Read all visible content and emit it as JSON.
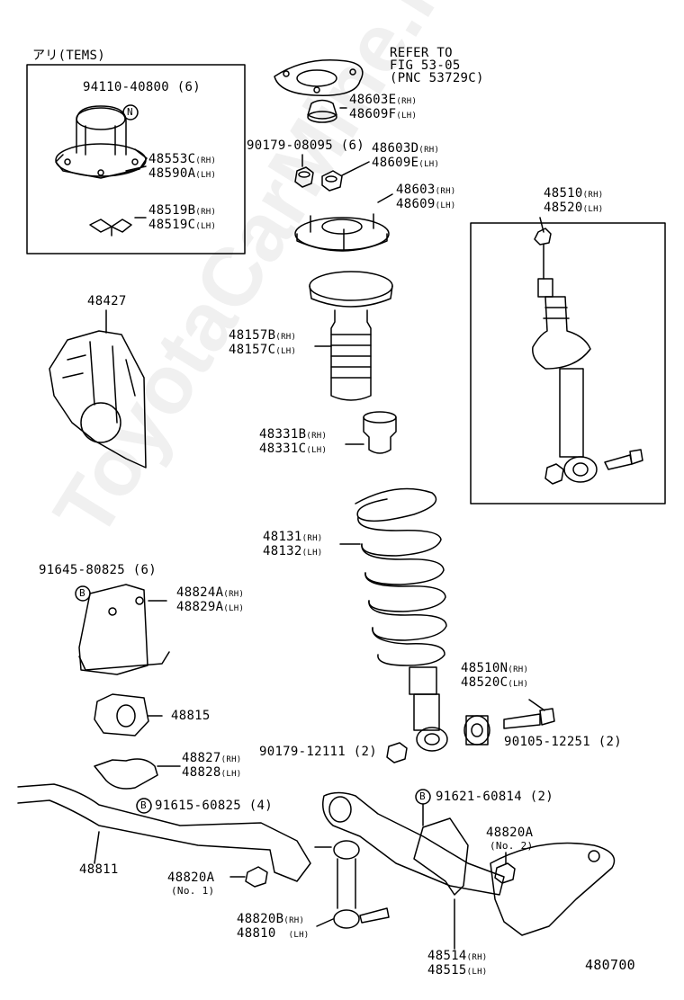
{
  "watermark": "ToyotaCarMine.ru",
  "diagram_code": "480700",
  "tems_box": {
    "title": "アリ(TEMS)",
    "labels": {
      "l1": "94110-40800 (6)",
      "l2a": "48553C",
      "l2a_s": "(RH)",
      "l2b": "48590A",
      "l2b_s": "(LH)",
      "l3a": "48519B",
      "l3a_s": "(RH)",
      "l3b": "48519C",
      "l3b_s": "(LH)",
      "n_symbol": "N"
    }
  },
  "refer": {
    "line1": "REFER TO",
    "line2": "FIG 53-05",
    "line3": "(PNC 53729C)"
  },
  "labels": {
    "p48603E": "48603E",
    "p48603E_s": "(RH)",
    "p48609F": "48609F",
    "p48609F_s": "(LH)",
    "p90179a": "90179-08095 (6)",
    "p48603D": "48603D",
    "p48603D_s": "(RH)",
    "p48609E": "48609E",
    "p48609E_s": "(LH)",
    "p48603": "48603",
    "p48603_s": "(RH)",
    "p48609": "48609",
    "p48609_s": "(LH)",
    "p48510": "48510",
    "p48510_s": "(RH)",
    "p48520": "48520",
    "p48520_s": "(LH)",
    "p48427": "48427",
    "p48157B": "48157B",
    "p48157B_s": "(RH)",
    "p48157C": "48157C",
    "p48157C_s": "(LH)",
    "p48331B": "48331B",
    "p48331B_s": "(RH)",
    "p48331C": "48331C",
    "p48331C_s": "(LH)",
    "p48131": "48131",
    "p48131_s": "(RH)",
    "p48132": "48132",
    "p48132_s": "(LH)",
    "p91645": "91645-80825 (6)",
    "b_symbol": "B",
    "p48824A": "48824A",
    "p48824A_s": "(RH)",
    "p48829A": "48829A",
    "p48829A_s": "(LH)",
    "p48815": "48815",
    "p48510N": "48510N",
    "p48510N_s": "(RH)",
    "p48520C": "48520C",
    "p48520C_s": "(LH)",
    "p90179b": "90179-12111 (2)",
    "p90105": "90105-12251 (2)",
    "p48827": "48827",
    "p48827_s": "(RH)",
    "p48828": "48828",
    "p48828_s": "(LH)",
    "p91615": "91615-60825 (4)",
    "p91621": "91621-60814 (2)",
    "p48820A_r": "48820A",
    "no2": "(No. 2)",
    "p48811": "48811",
    "p48820A_l": "48820A",
    "no1": "(No. 1)",
    "p48820B": "48820B",
    "p48820B_s": "(RH)",
    "p48810": "48810",
    "p48810_s": "(LH)",
    "p48514": "48514",
    "p48514_s": "(RH)",
    "p48515": "48515",
    "p48515_s": "(LH)"
  }
}
